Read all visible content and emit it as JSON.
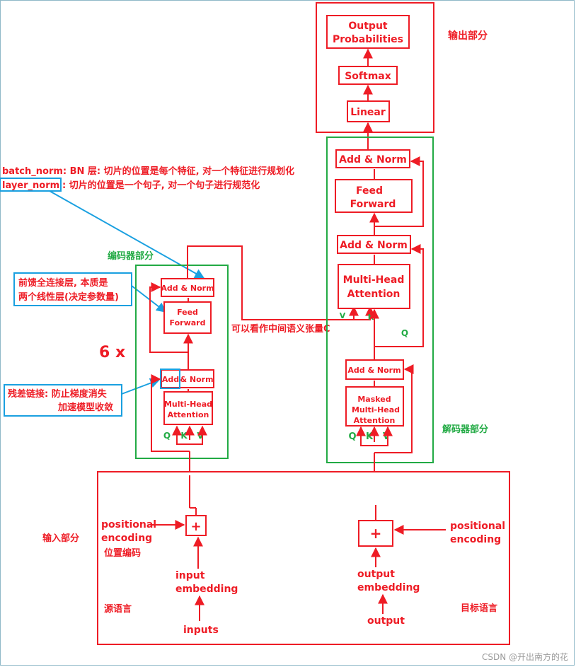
{
  "output_section": {
    "label": "输出部分",
    "output_probabilities": [
      "Output",
      "Probabilities"
    ],
    "softmax": "Softmax",
    "linear": "Linear"
  },
  "notes": {
    "batch_norm": "batch_norm: BN 层: 切片的位置是每个特征, 对一个特征进行规划化",
    "layer_norm_key": "layer_norm",
    "layer_norm_rest": ": 切片的位置是一个句子, 对一个句子进行规范化",
    "ffn": [
      "前馈全连接层, 本质是",
      "两个线性层(决定参数量)"
    ],
    "residual": [
      "残差链接: 防止梯度消失",
      "加速模型收敛"
    ],
    "context": "可以看作中间语义张量C"
  },
  "encoder": {
    "label": "编码器部分",
    "repeat": "6 x",
    "add_norm_top": "Add & Norm",
    "feed_forward": [
      "Feed",
      "Forward"
    ],
    "add_key": "Add",
    "add_rest": "& Norm",
    "mha": [
      "Multi-Head",
      "Attention"
    ],
    "qkv": [
      "Q",
      "K",
      "V"
    ]
  },
  "decoder": {
    "label": "解码器部分",
    "add_norm_1": "Add & Norm",
    "feed_forward": [
      "Feed",
      "Forward"
    ],
    "add_norm_2": "Add & Norm",
    "mha": [
      "Multi-Head",
      "Attention"
    ],
    "vk": [
      "V",
      "K"
    ],
    "q": "Q",
    "add_norm_3": "Add & Norm",
    "masked_mha": [
      "Masked",
      "Multi-Head",
      "Attention"
    ],
    "qkv": [
      "Q",
      "K",
      "V"
    ]
  },
  "input_section": {
    "label": "输入部分",
    "pos_enc_left": [
      "positional",
      "encoding"
    ],
    "pos_enc_left_cn": "位置编码",
    "pos_enc_right": [
      "positional",
      "encoding"
    ],
    "plus": "+",
    "input_embedding": [
      "input",
      "embedding"
    ],
    "inputs": "inputs",
    "output_embedding": [
      "output",
      "embedding"
    ],
    "output": "output",
    "source_lang": "源语言",
    "target_lang": "目标语言"
  },
  "watermark": "CSDN @开出南方的花"
}
